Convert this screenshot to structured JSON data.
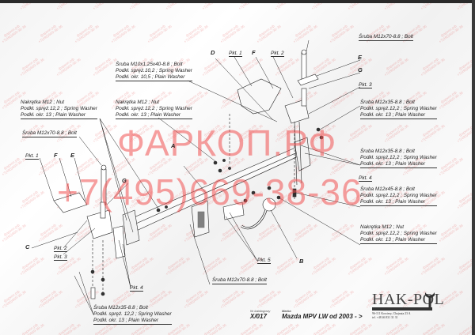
{
  "watermark": {
    "title": "ФАРКОП.РФ",
    "phone": "+7(495)669-38-36",
    "tile_line1": "фаркоп.рф",
    "tile_line2": "+7(495)669-38-36",
    "color": "#f05050"
  },
  "callouts": {
    "bolt_m10": {
      "line1": "Śruba M10x1,25x40-8.8 ;  Bolt",
      "line2": "Podkł. spręż.10,2 ; Spring Washer",
      "line3": "Podkł. okr. 10,5 ; Plain Washer"
    },
    "nut_left": {
      "line1": "Nakrętka  M12 ; Nut",
      "line2": "Podkł. spręż.12,2 ; Spring Washer",
      "line3": "Podkł. okr. 13 ; Plain Washer"
    },
    "nut_center": {
      "line1": "Nakrętka  M12 ; Nut",
      "line2": "Podkł. spręż.12,2 ; Spring Washer",
      "line3": "Podkł. okr. 13 ; Plain Washer"
    },
    "bolt_m12x70_left": {
      "line1": "Śruba M12x70-8.8 ;  Bolt"
    },
    "bolt_m12x70_top": {
      "line1": "Śruba M12x70-8.8 ;  Bolt"
    },
    "bolt_m12x35_right1": {
      "line1": "Śruba M12x35-8.8 ;  Bolt",
      "line2": "Podkł. spręż.12,2 ; Spring Washer",
      "line3": "Podkł. okr. 13 ; Plain Washer"
    },
    "bolt_m12x35_right2": {
      "line1": "Śruba M12x35-8.8 ;  Bolt",
      "line2": "Podkł. spręż.12,2 ; Spring Washer",
      "line3": "Podkł. okr. 13 ; Plain Washer"
    },
    "bolt_m12x45_right": {
      "line1": "Śruba M12x45-8.8 ;  Bolt",
      "line2": "Podkł. spręż.12,2 ; Spring Washer",
      "line3": "Podkł. okr. 13 ; Plain Washer"
    },
    "nut_right": {
      "line1": "Nakrętka  M12 ; Nut",
      "line2": "Podkł. spręż.12,2 ; Spring Washer",
      "line3": "Podkł. okr. 13 ; Plain Washer"
    },
    "bolt_m12x70_bottom": {
      "line1": "Śruba M12x70-8.8 ;  Bolt"
    },
    "bolt_m12x35_bottom": {
      "line1": "Śruba M12x35-8.8 ;  Bolt",
      "line2": "Podkł. spręż. 12,2 ; Spring Washer",
      "line3": "Podkł. okr. 13 ; Plain Washer"
    }
  },
  "part_labels": {
    "A": "A",
    "B": "B",
    "C": "C",
    "D": "D",
    "E_top": "E",
    "E_left": "E",
    "F_top": "F",
    "F_left": "F",
    "G_top": "G",
    "G_left": "G"
  },
  "points": {
    "pkt1_top": "Pkt. 1",
    "pkt2_top": "Pkt. 2",
    "pkt3_top": "Pkt. 3",
    "pkt4_right": "Pkt. 4",
    "pkt1_left": "Pkt. 1",
    "pkt2_left": "Pkt. 2",
    "pkt3_left": "Pkt. 3",
    "pkt4_left": "Pkt. 4",
    "pkt5": "Pkt. 5"
  },
  "title_block": {
    "catalog_label": "Nr katalogowy",
    "catalog_value": "X/017",
    "make_label": "Marka",
    "make_value": "Mazda MPV LW",
    "year_value": "od 2003 - >"
  },
  "logo": {
    "name": "HAK-POL",
    "address_line1": "96-111 Kowiesy, Chojnata 23 A",
    "address_line2": "tel. +48 46 831 31 31"
  }
}
